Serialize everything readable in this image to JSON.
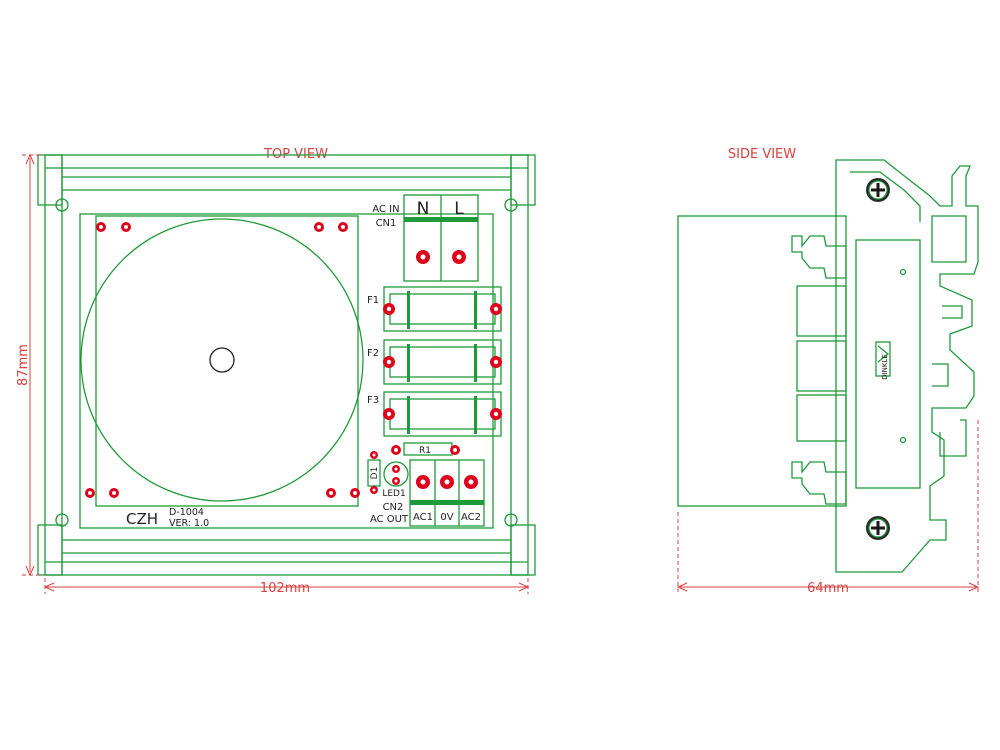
{
  "views": {
    "top": {
      "title": "TOP VIEW"
    },
    "side": {
      "title": "SIDE VIEW"
    }
  },
  "dimensions": {
    "top_width": "102mm",
    "top_height": "87mm",
    "side_width": "64mm"
  },
  "board": {
    "brand": "CZH",
    "model": "D-1004",
    "version": "VER: 1.0",
    "rail_brand": "DINKLE"
  },
  "connectors": {
    "cn1_label_line1": "AC IN",
    "cn1_label_line2": "CN1",
    "cn1_pin_n": "N",
    "cn1_pin_l": "L",
    "cn2_label": "CN2",
    "cn2_out_label": "AC OUT",
    "cn2_pins": [
      "AC1",
      "0V",
      "AC2"
    ]
  },
  "components": {
    "fuses": [
      "F1",
      "F2",
      "F3"
    ],
    "resistor": "R1",
    "diode": "D1",
    "led": "LED1"
  },
  "colors": {
    "outline": "#1f9a3a",
    "dimension": "#d8413f",
    "pad": "#e0001b"
  }
}
